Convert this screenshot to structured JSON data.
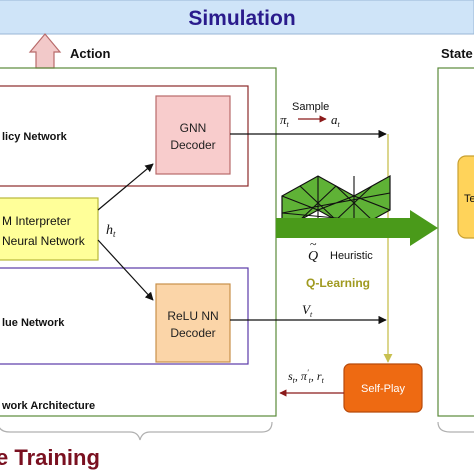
{
  "banner": {
    "title": "Simulation",
    "fill": "#cfe4f8",
    "title_color": "#2a1b8c"
  },
  "action": {
    "label": "Action",
    "arrow_fill": "#f2c9c9",
    "arrow_stroke": "#b86a6a"
  },
  "state": {
    "label": "State",
    "partial_box_text": "Te"
  },
  "policy_network": {
    "label": "licy Network",
    "stroke": "#8b2a2a"
  },
  "value_network": {
    "label": "lue Network",
    "stroke": "#5a3aa8"
  },
  "interpreter": {
    "line1": "M Interpreter",
    "line2": "Neural Network",
    "fill": "#ffff99",
    "stroke": "#b8b83a"
  },
  "gnn_decoder": {
    "line1": "GNN",
    "line2": "Decoder",
    "fill": "#f8cccc",
    "stroke": "#b86a6a"
  },
  "relu_decoder": {
    "line1": "ReLU NN",
    "line2": "Decoder",
    "fill": "#fbd5a8",
    "stroke": "#c8904a"
  },
  "ht_label": "h",
  "ht_sub": "t",
  "sample": {
    "label": "Sample",
    "pi": "π",
    "pi_sub": "t",
    "a": "a",
    "a_sub": "t"
  },
  "q_heuristic": {
    "q": "Q",
    "tilde": "~",
    "label": "Heuristic"
  },
  "q_learning": {
    "label": "Q-Learning",
    "color": "#a09a20"
  },
  "vt": {
    "v": "V",
    "sub": "t"
  },
  "self_play": {
    "label": "Self-Play",
    "fill": "#ee6a12",
    "stroke": "#b84a0a"
  },
  "tuple": {
    "text": "s",
    "s_sub": "t",
    "pi": ", π",
    "pi_sup": "′",
    "pi_sub": "t",
    "r": ", r",
    "r_sub": "t"
  },
  "arch_label": "work Architecture",
  "training": {
    "label": "e Training",
    "color": "#7a1020"
  },
  "green_arrow": {
    "fill": "#4a9a1a"
  }
}
